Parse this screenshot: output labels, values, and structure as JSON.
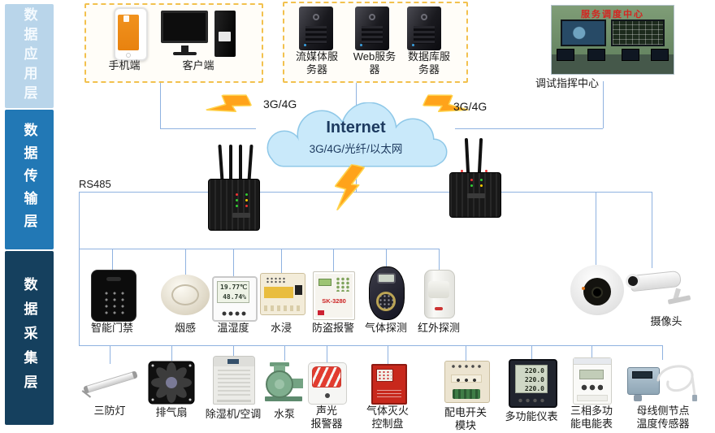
{
  "layers": {
    "items": [
      {
        "label": "数据应用层"
      },
      {
        "label": "数据传输层"
      },
      {
        "label": "数据采集层"
      }
    ]
  },
  "application": {
    "client_box": {
      "phone_label": "手机端",
      "pc_label": "客户端"
    },
    "server_box": {
      "servers": [
        {
          "label": "流媒体服\n务器"
        },
        {
          "label": "Web服务\n器"
        },
        {
          "label": "数据库服\n务器"
        }
      ]
    },
    "command_center": {
      "banner": "服务调度中心",
      "label": "调试指挥中心"
    }
  },
  "network": {
    "cloud": {
      "title": "Internet",
      "subtitle": "3G/4G/光纤/以太网"
    },
    "left_link_label": "3G/4G",
    "right_link_label": "3G/4G",
    "bus_label": "RS485"
  },
  "sensors": {
    "items": [
      {
        "label": "智能门禁"
      },
      {
        "label": "烟感"
      },
      {
        "label": "温湿度",
        "screen_top": "19.77℃",
        "screen_bottom": "48.74%"
      },
      {
        "label": "水浸"
      },
      {
        "label": "防盗报警",
        "model": "SK-3280"
      },
      {
        "label": "气体探测"
      },
      {
        "label": "红外探测"
      }
    ],
    "camera_label": "摄像头"
  },
  "actuators": {
    "items": [
      {
        "label": "三防灯"
      },
      {
        "label": "排气扇"
      },
      {
        "label": "除湿机/空调"
      },
      {
        "label": "水泵"
      },
      {
        "label": "声光\n报警器"
      },
      {
        "label": "气体灭火\n控制盘"
      },
      {
        "label": "配电开关\n模块"
      },
      {
        "label": "多功能仪表",
        "readings": [
          "220.0",
          "220.0",
          "220.0"
        ]
      },
      {
        "label": "三相多功\n能电能表"
      },
      {
        "label": "母线侧节点\n温度传感器"
      }
    ]
  },
  "colors": {
    "layer_app": "#b9d5ea",
    "layer_transmission": "#2278b5",
    "layer_collection": "#15405e",
    "line": "#8fb2e0",
    "box_border": "#f2c14e",
    "cloud_fill": "#c9e9fa",
    "banner_red": "#d42420"
  }
}
